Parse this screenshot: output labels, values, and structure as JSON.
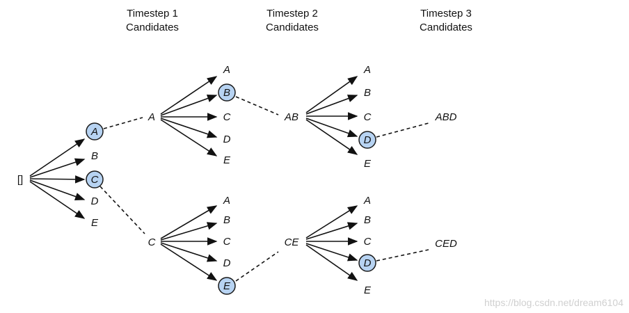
{
  "headers": {
    "t1_line1": "Timestep 1",
    "t1_line2": "Candidates",
    "t2_line1": "Timestep 2",
    "t2_line2": "Candidates",
    "t3_line1": "Timestep 3",
    "t3_line2": "Candidates"
  },
  "root_label": "[]",
  "step1_candidates": [
    "A",
    "B",
    "C",
    "D",
    "E"
  ],
  "step1_selected": [
    "A",
    "C"
  ],
  "prefix_a": "A",
  "prefix_c": "C",
  "branch_a_candidates": [
    "A",
    "B",
    "C",
    "D",
    "E"
  ],
  "branch_a_selected": "B",
  "branch_c_candidates": [
    "A",
    "B",
    "C",
    "D",
    "E"
  ],
  "branch_c_selected": "E",
  "prefix_ab": "AB",
  "prefix_ce": "CE",
  "branch_ab_candidates": [
    "A",
    "B",
    "C",
    "D",
    "E"
  ],
  "branch_ab_selected": "D",
  "branch_ce_candidates": [
    "A",
    "B",
    "C",
    "D",
    "E"
  ],
  "branch_ce_selected": "D",
  "result_top": "ABD",
  "result_bottom": "CED",
  "watermark": "https://blog.csdn.net/dream6104",
  "colors": {
    "selected_fill": "#b7d3f2",
    "selected_stroke": "#1a1a1a"
  }
}
